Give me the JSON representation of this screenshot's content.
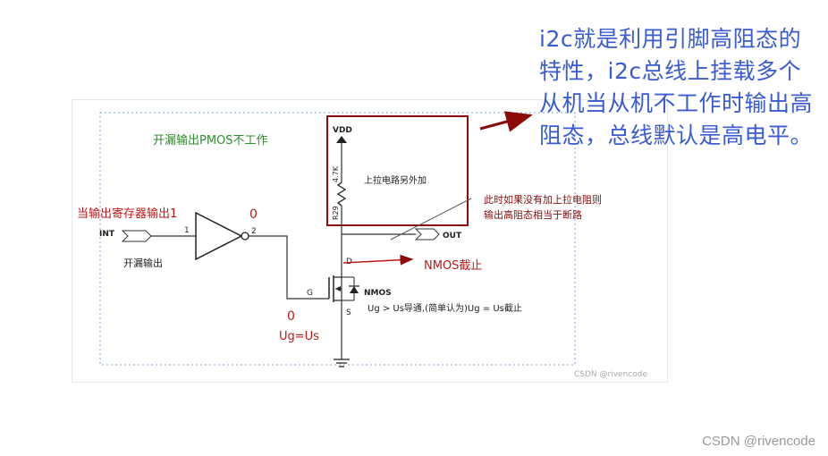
{
  "callout": {
    "text": "i2c就是利用引脚高阻态的特性，i2c总线上挂载多个从机当从机不工作时输出高阻态，总线默认是高电平。"
  },
  "diagram": {
    "title_open_drain_pmos": "开漏输出PMOS不工作",
    "label_output_register": "当输出寄存器输出1",
    "label_inverter_out_zero": "0",
    "label_int": "INT",
    "label_pin1": "1",
    "label_pin2": "2",
    "label_open_drain_out": "开漏输出",
    "label_vdd": "VDD",
    "label_resistor_value": "4.7K",
    "label_resistor_ref": "R29",
    "label_pullup_external": "上拉电路另外加",
    "label_no_pullup_line1": "此时如果没有加上拉电阻则",
    "label_no_pullup_line2": "输出高阻态相当于断路",
    "label_out": "OUT",
    "label_drain": "D",
    "label_nmos_cutoff": "NMOS截止",
    "label_gate": "G",
    "label_nmos": "NMOS",
    "label_source": "S",
    "label_conduction_rule": "Ug > Us导通,(简单认为)Ug = Us截止",
    "label_gate_zero": "0",
    "label_ug_us": "Ug=Us",
    "watermark_inner": "CSDN @rivencode"
  },
  "page": {
    "watermark": "CSDN @rivencode"
  },
  "colors": {
    "callout_blue": "#3a5bd1",
    "dark_red": "#8b0a0a",
    "green_text": "#2e8b2e",
    "red_text": "#c01818"
  }
}
